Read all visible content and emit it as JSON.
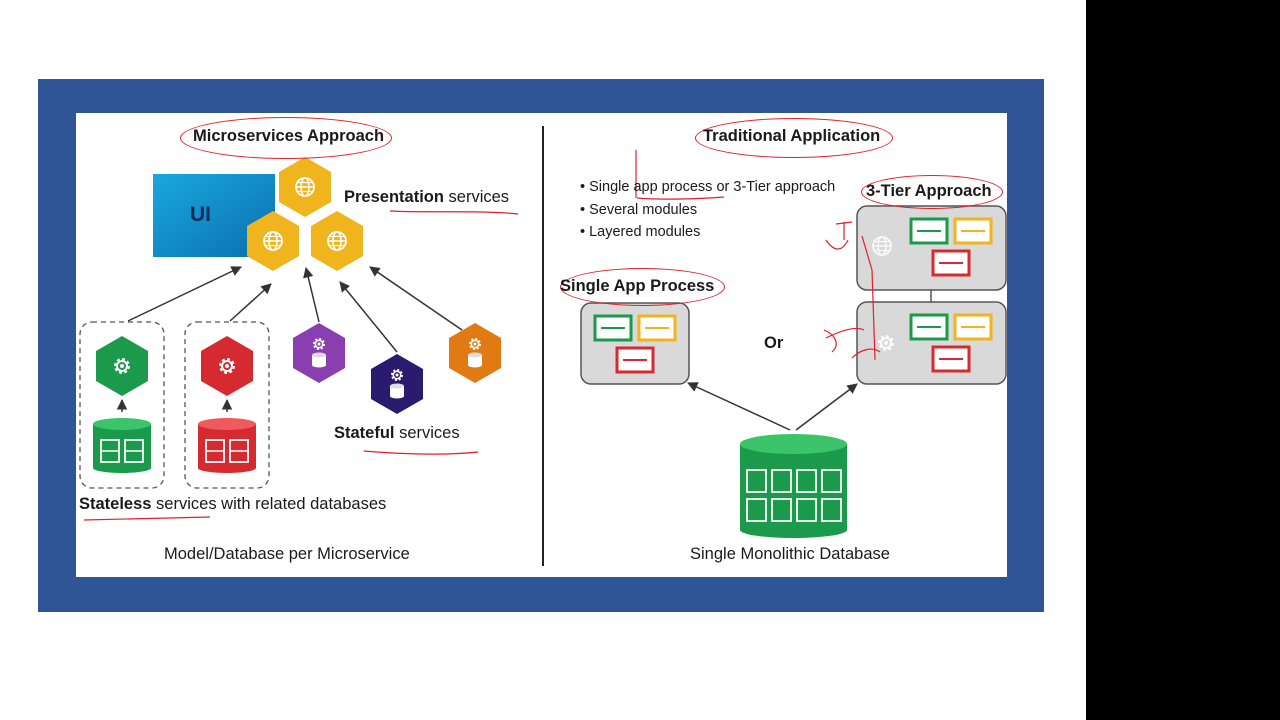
{
  "left": {
    "title": "Microservices Approach",
    "ui_label": "UI",
    "presentation_bold": "Presentation",
    "presentation_rest": " services",
    "stateful_bold": "Stateful",
    "stateful_rest": " services",
    "stateless_bold": "Stateless",
    "stateless_rest": " services with related databases",
    "caption": "Model/Database per Microservice"
  },
  "right": {
    "title": "Traditional Application",
    "bullets": [
      "Single app process or 3-Tier approach",
      "Several modules",
      "Layered modules"
    ],
    "single_app_process": "Single App Process",
    "or": "Or",
    "three_tier": "3-Tier Approach",
    "caption": "Single Monolithic Database"
  },
  "colors": {
    "frame": "#2f5597",
    "yellow": "#f0b41c",
    "green": "#1a9a4a",
    "red": "#d52a2f",
    "purple": "#8a3fb0",
    "navy": "#2a1b6e",
    "orange": "#e07a12",
    "annotation": "#e0202a"
  },
  "icons": [
    "globe-icon",
    "gear-icon",
    "database-icon"
  ]
}
